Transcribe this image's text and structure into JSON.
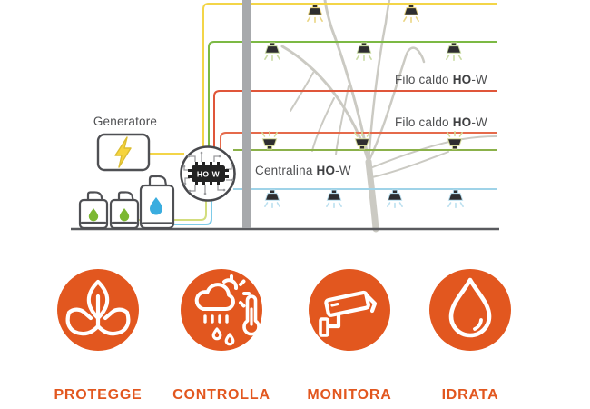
{
  "diagram": {
    "generator_label": "Generatore",
    "chip_label": "HO-W",
    "centralina_label": {
      "prefix": "Centralina ",
      "bold": "HO",
      "suffix": "-W"
    },
    "filo_caldo_labels": [
      {
        "prefix": "Filo caldo ",
        "bold": "HO",
        "suffix": "-W"
      },
      {
        "prefix": "Filo caldo ",
        "bold": "HO",
        "suffix": "-W"
      }
    ],
    "colors": {
      "accent_orange": "#e2571f",
      "wire_yellow": "#f3d548",
      "wire_green": "#7cb944",
      "wire_red": "#e0563a",
      "wire_red_light": "#e56a4b",
      "wire_green_low": "#8bb14a",
      "wire_blue": "#9fd3e8",
      "feed_lime": "#d3dd7d",
      "feed_blue": "#7ecbe8",
      "water_blue": "#3aaddf",
      "plant_green": "#7cb832",
      "pole_gray": "#a7a9ac",
      "tree_gray": "#cbcac3"
    }
  },
  "features": [
    {
      "label": "PROTEGGE",
      "icon": "hands-leaf-icon"
    },
    {
      "label": "CONTROLLA",
      "icon": "weather-control-icon"
    },
    {
      "label": "MONITORA",
      "icon": "camera-icon"
    },
    {
      "label": "IDRATA",
      "icon": "water-drop-icon"
    }
  ]
}
